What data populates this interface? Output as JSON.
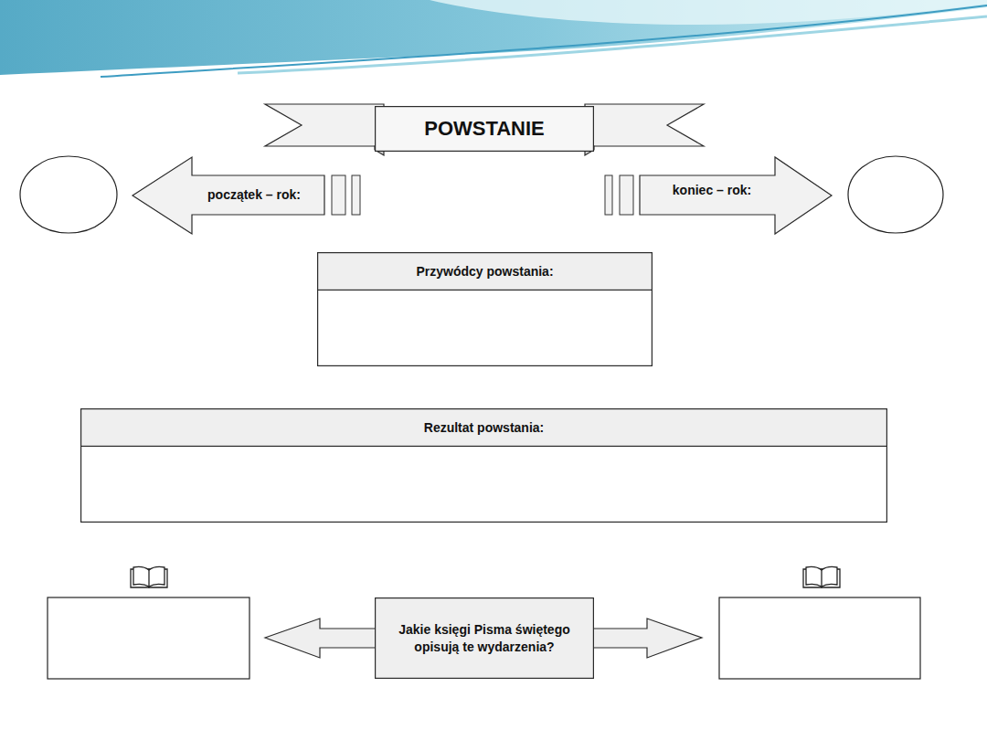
{
  "diagram": {
    "nodes": [
      {
        "text": [
          "POWSTANIE"
        ]
      },
      {
        "text": [
          "początek – rok:"
        ]
      },
      {
        "text": [
          "koniec – rok:"
        ]
      },
      {
        "text": [
          "Przywódcy powstania:"
        ]
      },
      {
        "text": [
          "Rezultat powstania:"
        ]
      },
      {
        "text": [
          "Jakie księgi Pisma świętego opisują te wydarzenia?"
        ]
      }
    ]
  }
}
